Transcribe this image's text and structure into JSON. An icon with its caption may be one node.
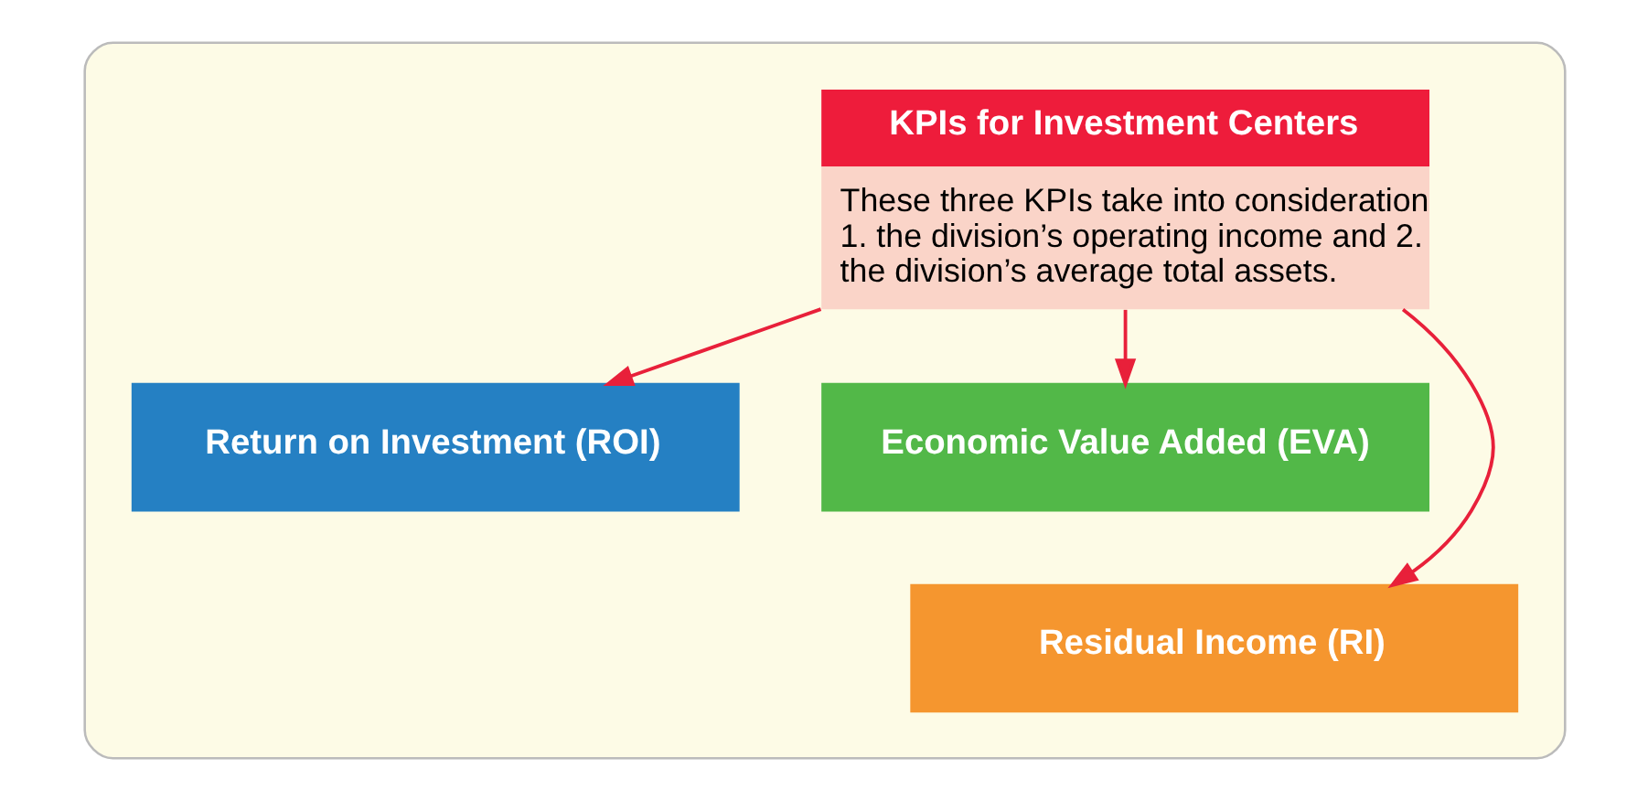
{
  "diagram": {
    "nodes": [
      {
        "text": [],
        "shape": "box"
      },
      {
        "text": [
          "KPIs for Investment Centers",
          "These three KPIs take into consideration 1. the division’s operating income and 2. the division’s average total assets."
        ],
        "in": 0
      },
      {
        "text": [
          "Return on Investment (ROI)"
        ],
        "in": 0
      },
      {
        "text": [
          "Economic Value Added (EVA)"
        ],
        "in": 0
      },
      {
        "text": [
          "Residual Income (RI)"
        ],
        "in": 0
      }
    ],
    "edges": [
      {
        "from": 1,
        "to": 2,
        "arrow": "to"
      },
      {
        "from": 1,
        "to": 3,
        "arrow": "to"
      },
      {
        "from": 1,
        "to": 4,
        "arrow": "to"
      }
    ]
  }
}
